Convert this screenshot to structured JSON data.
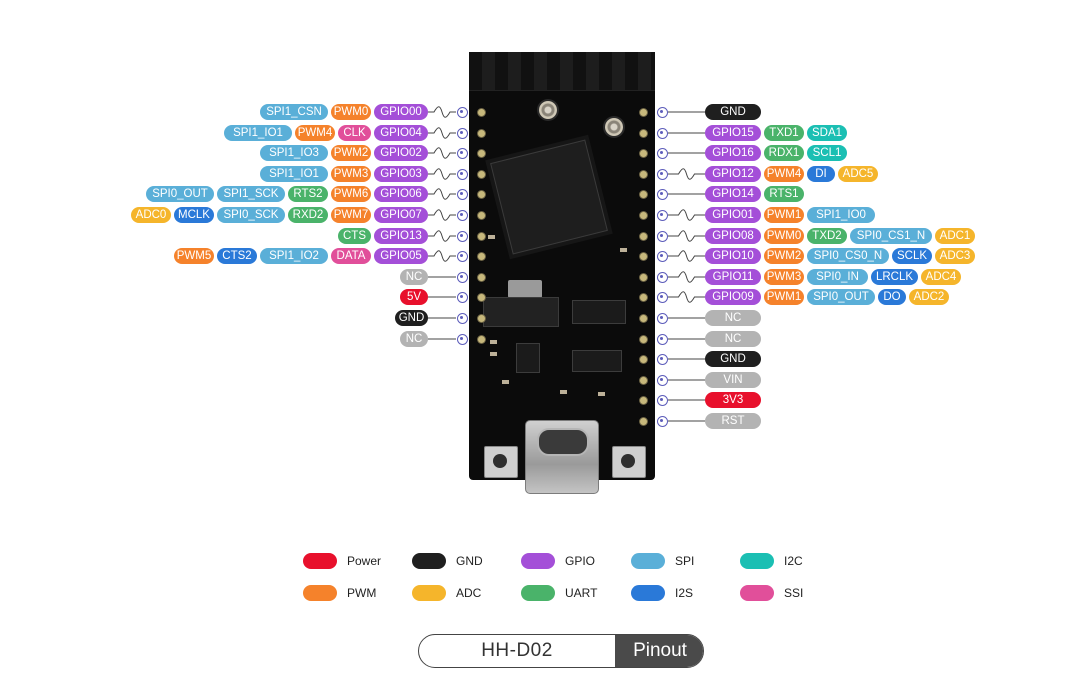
{
  "colors": {
    "Power": "#e8102c",
    "GND": "#1f1f1f",
    "GPIO": "#a44fd8",
    "SPI": "#5aafd8",
    "I2C": "#1bbfb3",
    "PWM": "#f5822b",
    "ADC": "#f5b52b",
    "UART": "#4ab36a",
    "I2S": "#2a79d8",
    "SSI": "#e14f9a",
    "NC": "#b3b3b3"
  },
  "left_pins": [
    [
      {
        "t": "SPI1_CSN",
        "c": "SPI"
      },
      {
        "t": "PWM0",
        "c": "PWM"
      },
      {
        "t": "GPIO00",
        "c": "GPIO"
      }
    ],
    [
      {
        "t": "SPI1_IO1",
        "c": "SPI"
      },
      {
        "t": "PWM4",
        "c": "PWM"
      },
      {
        "t": "CLK",
        "c": "SSI"
      },
      {
        "t": "GPIO04",
        "c": "GPIO"
      }
    ],
    [
      {
        "t": "SPI1_IO3",
        "c": "SPI"
      },
      {
        "t": "PWM2",
        "c": "PWM"
      },
      {
        "t": "GPIO02",
        "c": "GPIO"
      }
    ],
    [
      {
        "t": "SPI1_IO1",
        "c": "SPI"
      },
      {
        "t": "PWM3",
        "c": "PWM"
      },
      {
        "t": "GPIO03",
        "c": "GPIO"
      }
    ],
    [
      {
        "t": "SPI0_OUT",
        "c": "SPI"
      },
      {
        "t": "SPI1_SCK",
        "c": "SPI"
      },
      {
        "t": "RTS2",
        "c": "UART"
      },
      {
        "t": "PWM6",
        "c": "PWM"
      },
      {
        "t": "GPIO06",
        "c": "GPIO"
      }
    ],
    [
      {
        "t": "ADC0",
        "c": "ADC"
      },
      {
        "t": "MCLK",
        "c": "I2S"
      },
      {
        "t": "SPI0_SCK",
        "c": "SPI"
      },
      {
        "t": "RXD2",
        "c": "UART"
      },
      {
        "t": "PWM7",
        "c": "PWM"
      },
      {
        "t": "GPIO07",
        "c": "GPIO"
      }
    ],
    [
      {
        "t": "CTS",
        "c": "UART"
      },
      {
        "t": "GPIO13",
        "c": "GPIO"
      }
    ],
    [
      {
        "t": "PWM5",
        "c": "PWM"
      },
      {
        "t": "CTS2",
        "c": "I2S"
      },
      {
        "t": "SPI1_IO2",
        "c": "SPI"
      },
      {
        "t": "DATA",
        "c": "SSI"
      },
      {
        "t": "GPIO05",
        "c": "GPIO"
      }
    ],
    [
      {
        "t": "NC",
        "c": "NC"
      }
    ],
    [
      {
        "t": "5V",
        "c": "Power"
      }
    ],
    [
      {
        "t": "GND",
        "c": "GND"
      }
    ],
    [
      {
        "t": "NC",
        "c": "NC"
      }
    ]
  ],
  "right_pins": [
    [
      {
        "t": "GND",
        "c": "GND"
      }
    ],
    [
      {
        "t": "GPIO15",
        "c": "GPIO"
      },
      {
        "t": "TXD1",
        "c": "UART"
      },
      {
        "t": "SDA1",
        "c": "I2C"
      }
    ],
    [
      {
        "t": "GPIO16",
        "c": "GPIO"
      },
      {
        "t": "RDX1",
        "c": "UART"
      },
      {
        "t": "SCL1",
        "c": "I2C"
      }
    ],
    [
      {
        "t": "GPIO12",
        "c": "GPIO"
      },
      {
        "t": "PWM4",
        "c": "PWM"
      },
      {
        "t": "DI",
        "c": "I2S"
      },
      {
        "t": "ADC5",
        "c": "ADC"
      }
    ],
    [
      {
        "t": "GPIO14",
        "c": "GPIO"
      },
      {
        "t": "RTS1",
        "c": "UART"
      }
    ],
    [
      {
        "t": "GPIO01",
        "c": "GPIO"
      },
      {
        "t": "PWM1",
        "c": "PWM"
      },
      {
        "t": "SPI1_IO0",
        "c": "SPI"
      }
    ],
    [
      {
        "t": "GPIO08",
        "c": "GPIO"
      },
      {
        "t": "PWM0",
        "c": "PWM"
      },
      {
        "t": "TXD2",
        "c": "UART"
      },
      {
        "t": "SPI0_CS1_N",
        "c": "SPI"
      },
      {
        "t": "ADC1",
        "c": "ADC"
      }
    ],
    [
      {
        "t": "GPIO10",
        "c": "GPIO"
      },
      {
        "t": "PWM2",
        "c": "PWM"
      },
      {
        "t": "SPI0_CS0_N",
        "c": "SPI"
      },
      {
        "t": "SCLK",
        "c": "I2S"
      },
      {
        "t": "ADC3",
        "c": "ADC"
      }
    ],
    [
      {
        "t": "GPIO11",
        "c": "GPIO"
      },
      {
        "t": "PWM3",
        "c": "PWM"
      },
      {
        "t": "SPI0_IN",
        "c": "SPI"
      },
      {
        "t": "LRCLK",
        "c": "I2S"
      },
      {
        "t": "ADC4",
        "c": "ADC"
      }
    ],
    [
      {
        "t": "GPIO09",
        "c": "GPIO"
      },
      {
        "t": "PWM1",
        "c": "PWM"
      },
      {
        "t": "SPI0_OUT",
        "c": "SPI"
      },
      {
        "t": "DO",
        "c": "I2S"
      },
      {
        "t": "ADC2",
        "c": "ADC"
      }
    ],
    [
      {
        "t": "NC",
        "c": "NC"
      }
    ],
    [
      {
        "t": "NC",
        "c": "NC"
      }
    ],
    [
      {
        "t": "GND",
        "c": "GND"
      }
    ],
    [
      {
        "t": "VIN",
        "c": "NC"
      }
    ],
    [
      {
        "t": "3V3",
        "c": "Power"
      }
    ],
    [
      {
        "t": "RST",
        "c": "NC"
      }
    ]
  ],
  "legend": [
    {
      "label": "Power",
      "c": "Power"
    },
    {
      "label": "GND",
      "c": "GND"
    },
    {
      "label": "GPIO",
      "c": "GPIO"
    },
    {
      "label": "SPI",
      "c": "SPI"
    },
    {
      "label": "I2C",
      "c": "I2C"
    },
    {
      "label": "PWM",
      "c": "PWM"
    },
    {
      "label": "ADC",
      "c": "ADC"
    },
    {
      "label": "UART",
      "c": "UART"
    },
    {
      "label": "I2S",
      "c": "I2S"
    },
    {
      "label": "SSI",
      "c": "SSI"
    }
  ],
  "badge": {
    "model": "HH-D02",
    "title": "Pinout"
  }
}
